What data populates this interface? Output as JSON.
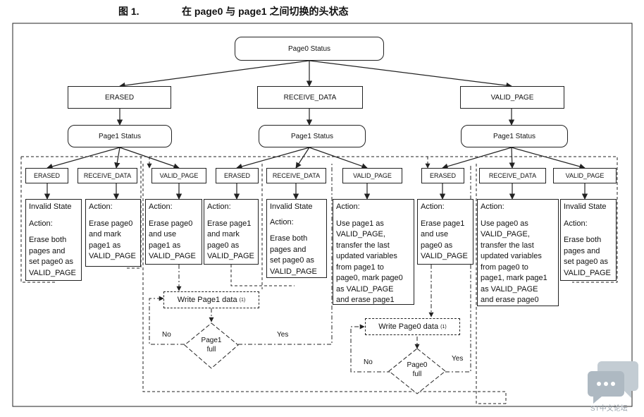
{
  "figure": {
    "number": "图 1.",
    "caption": "在 page0 与 page1 之间切换的头状态"
  },
  "root": "Page0 Status",
  "level1": [
    "ERASED",
    "RECEIVE_DATA",
    "VALID_PAGE"
  ],
  "page1_status": "Page1 Status",
  "level3": [
    "ERASED",
    "RECEIVE_DATA",
    "VALID_PAGE",
    "ERASED",
    "RECEIVE_DATA",
    "VALID_PAGE",
    "ERASED",
    "RECEIVE_DATA",
    "VALID_PAGE"
  ],
  "actions": [
    {
      "title": "Invalid State",
      "sub": "Action:",
      "lines": [
        "Erase both",
        "pages and",
        "set page0 as",
        "VALID_PAGE"
      ]
    },
    {
      "title": "Action:",
      "lines": [
        "Erase page0",
        "and mark",
        "page1 as",
        "VALID_PAGE"
      ]
    },
    {
      "title": "Action:",
      "lines": [
        "Erase page0",
        "and use",
        "page1 as",
        "VALID_PAGE"
      ]
    },
    {
      "title": "Action:",
      "lines": [
        "Erase page1",
        "and mark",
        "page0 as",
        "VALID_PAGE"
      ]
    },
    {
      "title": "Invalid State",
      "sub": "Action:",
      "lines": [
        "Erase both",
        "pages and",
        "set page0 as",
        "VALID_PAGE"
      ]
    },
    {
      "title": "Action:",
      "lines": [
        "Use page1 as",
        "VALID_PAGE,",
        "transfer the last",
        "updated variables",
        "from page1 to",
        "page0, mark page0",
        "as VALID_PAGE",
        "and erase page1"
      ]
    },
    {
      "title": "Action:",
      "lines": [
        "Erase page1",
        "and use",
        "page0 as",
        "VALID_PAGE"
      ]
    },
    {
      "title": "Action:",
      "lines": [
        "Use page0 as",
        "VALID_PAGE,",
        "transfer the last",
        "updated variables",
        "from page0 to",
        "page1, mark page1",
        "as VALID_PAGE",
        "and erase page0"
      ]
    },
    {
      "title": "Invalid State",
      "sub": "Action:",
      "lines": [
        "Erase both",
        "pages and",
        "set page0 as",
        "VALID_PAGE"
      ]
    }
  ],
  "write1": {
    "label": "Write Page1 data",
    "sup": "(1)",
    "dec_line1": "Page1",
    "dec_line2": "full",
    "no": "No",
    "yes": "Yes"
  },
  "write0": {
    "label": "Write Page0 data",
    "sup": "(1)",
    "dec_line1": "Page0",
    "dec_line2": "full",
    "no": "No",
    "yes": "Yes"
  },
  "watermark": "ST中文论坛",
  "colors": {
    "line": "#222222",
    "logo": "#c3ccd3"
  }
}
